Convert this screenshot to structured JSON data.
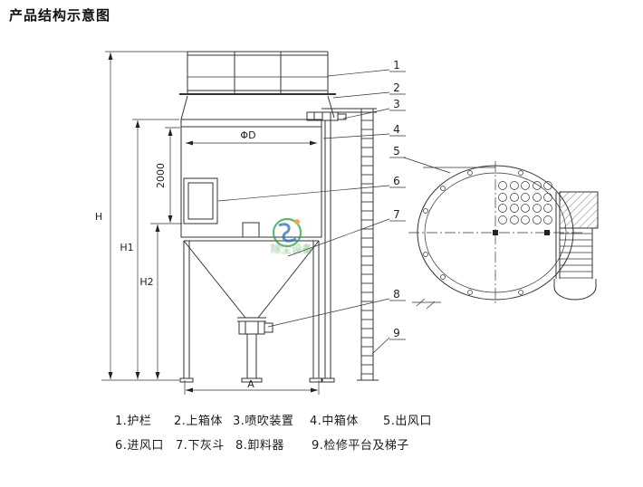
{
  "page": {
    "title": "产品结构示意图"
  },
  "drawing": {
    "dimensions": {
      "H": "H",
      "H1": "H1",
      "H2": "H2",
      "A": "A",
      "phi_d": "ΦD",
      "height_2000": "2000"
    },
    "callouts": [
      "1",
      "2",
      "3",
      "4",
      "5",
      "6",
      "7",
      "8",
      "9"
    ],
    "watermark_text": "除尘设备",
    "colors": {
      "line": "#333333",
      "watermark_green": "#2f9e44",
      "watermark_blue": "#2a6fb0",
      "watermark_orange": "#f08c1e"
    }
  },
  "legend": {
    "items": [
      "1.护栏",
      "2.上箱体",
      "3.喷吹装置",
      "4.中箱体",
      "5.出风口",
      "6.进风口",
      "7.下灰斗",
      "8.卸料器",
      "9.检修平台及梯子"
    ]
  }
}
